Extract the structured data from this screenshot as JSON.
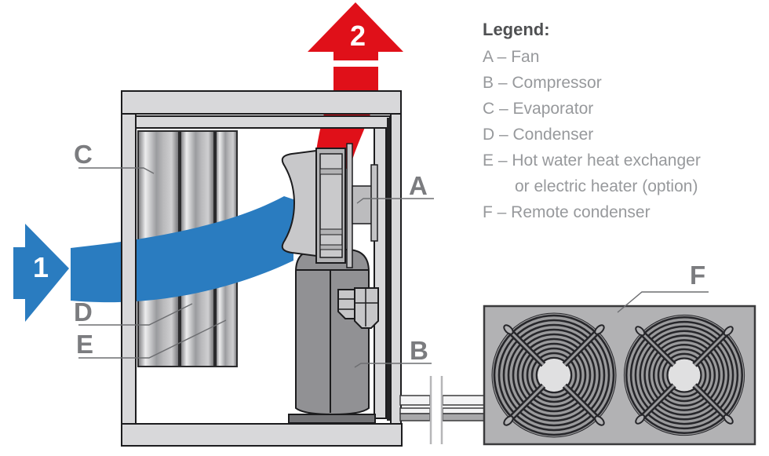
{
  "colors": {
    "airflow_in": "#2a7cc0",
    "airflow_out": "#e01019",
    "cabinet_fill": "#d8d8da",
    "outline": "#1c1c1e",
    "condenser_fill": "#b2b2b4",
    "part_label_gray": "#7b7c7f",
    "legend_title_color": "#4f5052",
    "legend_item_color": "#97999c"
  },
  "flow_markers": {
    "inlet": "1",
    "outlet": "2"
  },
  "component_labels": {
    "fan": "A",
    "compressor": "B",
    "evaporator": "C",
    "condenser": "D",
    "heat_exchanger": "E",
    "remote_condenser": "F"
  },
  "legend": {
    "title": "Legend:",
    "items": [
      {
        "text": "A – Fan"
      },
      {
        "text": "B – Compressor"
      },
      {
        "text": "C – Evaporator"
      },
      {
        "text": "D – Condenser"
      },
      {
        "text": "E – Hot water heat exchanger"
      },
      {
        "text": "or electric heater (option)"
      },
      {
        "text": "F – Remote condenser"
      }
    ]
  }
}
